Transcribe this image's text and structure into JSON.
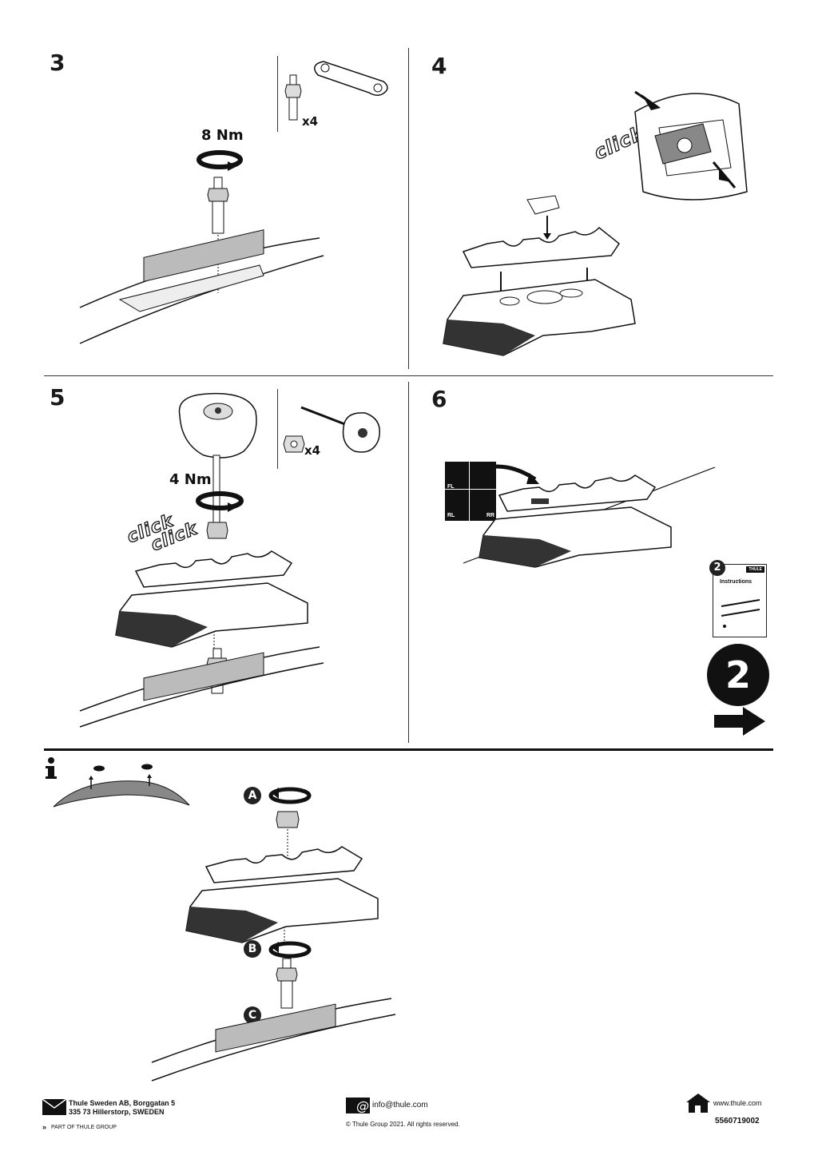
{
  "steps": {
    "s3": {
      "number": "3",
      "torque": "8 Nm",
      "qty": "x4"
    },
    "s4": {
      "number": "4",
      "click": "click"
    },
    "s5": {
      "number": "5",
      "torque": "4 Nm",
      "qty": "x4",
      "click1": "click",
      "click2": "click"
    },
    "s6": {
      "number": "6",
      "labels": {
        "fl": "FL",
        "rl": "RL",
        "rr": "RR"
      }
    }
  },
  "next": {
    "booklet_number": "2",
    "booklet_brand": "THULE",
    "booklet_title": "Instructions",
    "big_number": "2",
    "arrow_icon": "right-arrow-icon"
  },
  "info": {
    "icon": "info-icon",
    "letters": {
      "a": "A",
      "b": "B",
      "c": "C"
    }
  },
  "footer": {
    "address_line1": "Thule Sweden AB, Borggatan 5",
    "address_line2": "335 73 Hillerstorp, SWEDEN",
    "group": "PART OF THULE GROUP",
    "email": "info@thule.com",
    "copyright": "© Thule Group 2021. All rights reserved.",
    "website": "www.thule.com",
    "doc_number": "5560719002"
  },
  "colors": {
    "ink": "#111111",
    "grey": "#888888",
    "light": "#d6d6d6"
  }
}
